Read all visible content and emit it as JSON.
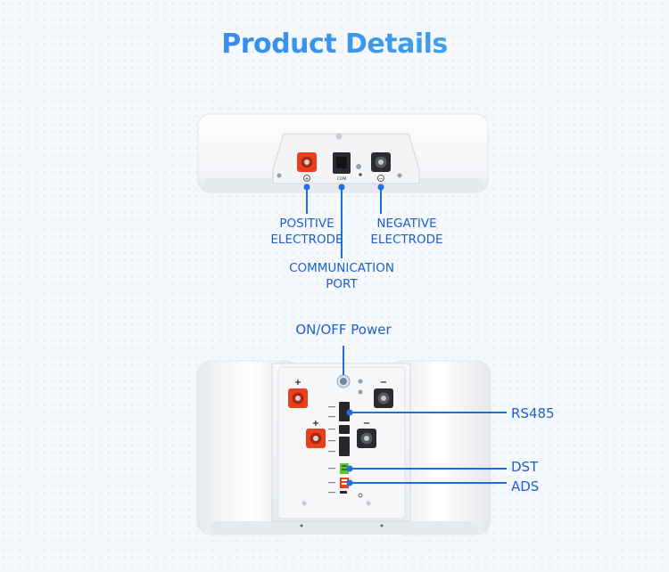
{
  "title": "Product Details",
  "labels": {
    "positive_line1": "POSITIVE",
    "positive_line2": "ELECTRODE",
    "negative_line1": "NEGATIVE",
    "negative_line2": "ELECTRODE",
    "communication_line1": "COMMUNICATION",
    "communication_line2": "PORT",
    "on_off": "ON/OFF Power",
    "rs485": "RS485",
    "dst": "DST",
    "ads": "ADS"
  },
  "device_marks": {
    "plus": "+",
    "minus": "−",
    "com": "COM"
  },
  "colors": {
    "accent": "#1e6fe0",
    "terminal_red": "#e8401c",
    "dip_green": "#5ec43a",
    "dip_red": "#e8401c"
  }
}
